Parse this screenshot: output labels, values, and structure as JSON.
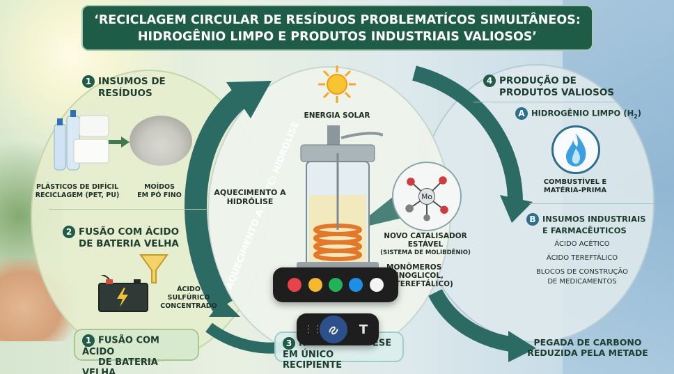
{
  "title": {
    "line1": "‘RECICLAGEM CIRCULAR DE RESÍDUOS PROBLEMATÍCOS SIMULTÂNEOS:",
    "line2": "HIDROGÊNIO LIMPO E PRODUTOS INDUSTRIAIS VALIOSOS’"
  },
  "section1": {
    "number": "1",
    "heading_line1": "INSUMOS DE",
    "heading_line2": "RESÍDUOS",
    "plastics_label_line1": "PLÁSTICOS DE DIFÍCIL",
    "plastics_label_line2": "RECICLAGEM (PET, PU)",
    "powder_label_line1": "MOÍDOS",
    "powder_label_line2": "EM PÓ FINO"
  },
  "section2": {
    "number": "2",
    "heading_line1": "FUSÃO COM ÁCIDO",
    "heading_line2": "DE BATERIA VELHA",
    "acid_label_line1": "ÁCIDO",
    "acid_label_line2": "SULFÚRICO",
    "acid_label_line3": "CONCENTRADO"
  },
  "cycle": {
    "arc_label": "AQUECIMENTO A 140°C: HIDRÓLISE"
  },
  "center": {
    "solar_label": "ENERGIA SOLAR",
    "heating_line1": "AQUECIMENTO A",
    "heating_line2": "HIDRÓLISE",
    "molecule_symbol": "Mo",
    "catalyst_line1": "NOVO CATALISADOR",
    "catalyst_line2": "ESTÁVEL",
    "catalyst_line3": "(SISTEMA DE MOLIBDÊNIO)",
    "monomers_line1": "MONÔMEROS",
    "monomers_line2": "ILENOGLICOL,",
    "monomers_line3": "O TEREFTÁLICO)"
  },
  "section4": {
    "number": "4",
    "heading_line1": "PRODUÇÃO DE",
    "heading_line2": "PRODUTOS VALIOSOS",
    "a_letter": "A",
    "a_heading": "HIDROGÊNIO LIMPO (H",
    "a_subscript": "2",
    "a_close": ")",
    "a_desc_line1": "COMBUSTÍVEL E",
    "a_desc_line2": "MATÉRIA-PRIMA",
    "b_letter": "B",
    "b_heading_line1": "INSUMOS INDUSTRIAIS",
    "b_heading_line2": "E FARMACÊUTICOS",
    "b_items": [
      "ÁCIDO ACÉTICO",
      "ÁCIDO TEREFTÁLICO",
      "BLOCOS DE CONSTRUÇÃO",
      "DE MEDICAMENTOS"
    ]
  },
  "bottom_left": {
    "number": "1",
    "line1": "FUSÃO COM ÁCIDO",
    "line2": "DE BATERIA VELHA"
  },
  "bottom_center": {
    "number": "3",
    "line1": "R",
    "line1_tail": "ESE",
    "line2": "EM ÚNICO RECIPIENTE"
  },
  "carbon": {
    "line1": "PEGADA DE CARBONO",
    "line2": "REDUZIDA PELA METADE"
  },
  "toolbar": {
    "colors": [
      "#e8434a",
      "#f5b82e",
      "#22b25a",
      "#1e8fe6",
      "#f4f4f4"
    ],
    "text_tool_label": "T"
  },
  "palette": {
    "title_bg": "#1f5c48",
    "arrow_teal": "#2c6b63",
    "accent_blue": "#2d6f8c"
  }
}
